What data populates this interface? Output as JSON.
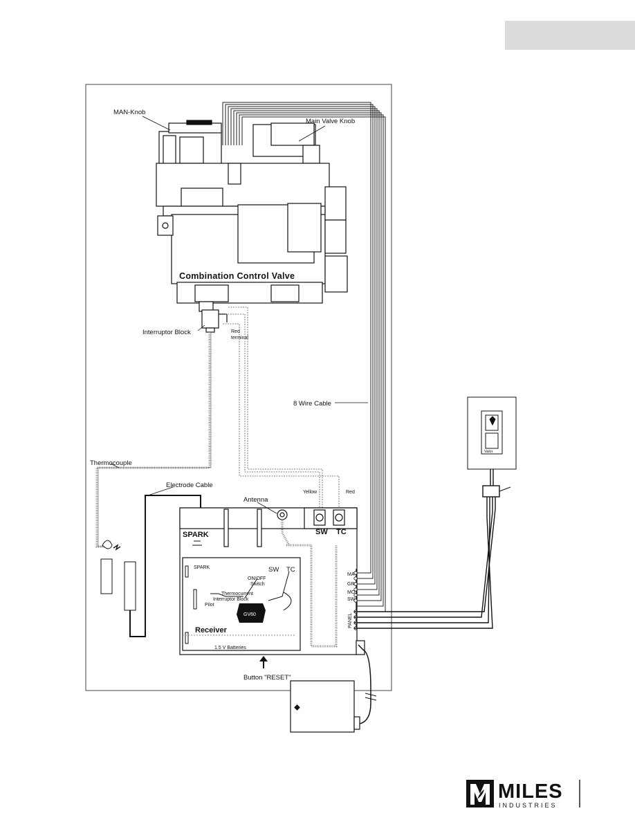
{
  "labels": {
    "man_knob": "MAN-Knob",
    "main_valve_knob": "Main Valve Knob",
    "combination_control_valve": "Combination Control Valve",
    "interruptor_block": "Interruptor Block",
    "red_terminal_1": "Red",
    "red_terminal_2": "terminal",
    "eight_wire_cable": "8 Wire Cable",
    "thermocouple": "Thermocouple",
    "electrode_cable": "Electrode Cable",
    "antenna": "Antenna",
    "yellow": "Yellow",
    "red": "Red",
    "spark_main": "SPARK",
    "sw": "SW",
    "tc": "TC",
    "spark_small": "SPARK",
    "sw_small": "SW",
    "tc_small": "TC",
    "onoff_switch_1": "ON/OFF",
    "onoff_switch_2": "Switch",
    "thermocurrent_1": "Thermocurrent",
    "thermocurrent_2": "Interruptor Block",
    "pilot": "Pilot",
    "gv60": "GV60",
    "receiver": "Receiver",
    "batteries": "1.5 V Batteries",
    "terminal_ma": "MA",
    "terminal_gr": "GR",
    "terminal_mo": "MO",
    "terminal_sw": "SW",
    "panel": "PANEL",
    "button_reset": "Button \"RESET\""
  },
  "logo": {
    "brand": "MILES",
    "sub": "INDUSTRIES"
  }
}
